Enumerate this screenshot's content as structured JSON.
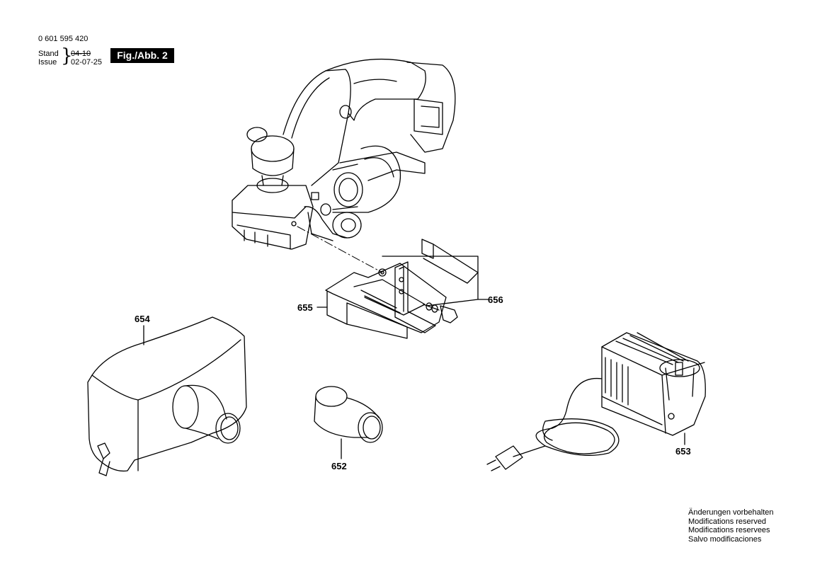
{
  "header": {
    "part_number": "0 601 595 420",
    "stand_label": "Stand",
    "stand_value": "04-10",
    "issue_label": "Issue",
    "issue_value": "02-07-25",
    "figure_label": "Fig./Abb. 2"
  },
  "callouts": {
    "c652": "652",
    "c653": "653",
    "c654": "654",
    "c655": "655",
    "c656": "656"
  },
  "notes": [
    "Änderungen vorbehalten",
    "Modifications reserved",
    "Modifications reservees",
    "Salvo modificaciones"
  ]
}
